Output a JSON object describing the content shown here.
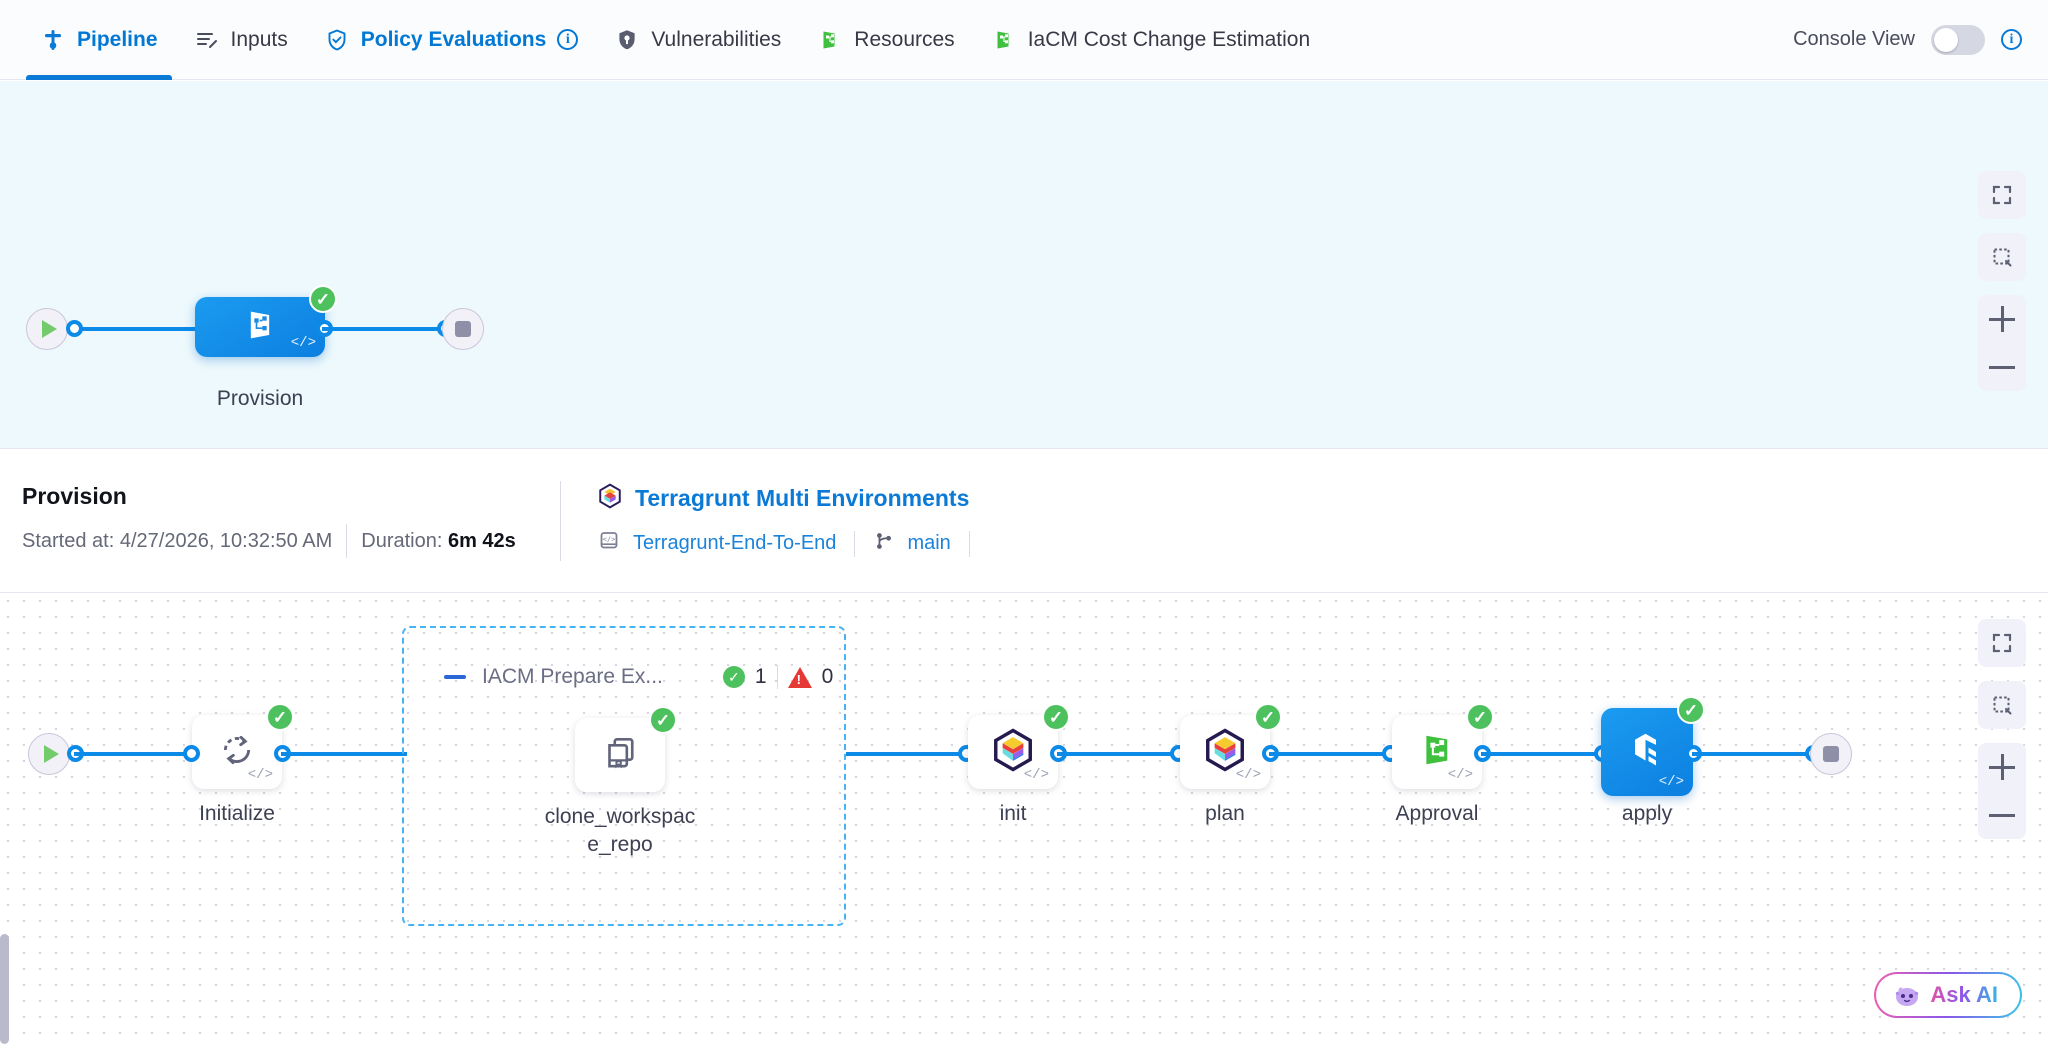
{
  "header": {
    "tabs": [
      {
        "label": "Pipeline",
        "icon": "pipeline-icon",
        "active": true,
        "link": true,
        "info": false
      },
      {
        "label": "Inputs",
        "icon": "inputs-icon",
        "active": false,
        "link": false,
        "info": false
      },
      {
        "label": "Policy Evaluations",
        "icon": "policy-shield-icon",
        "active": false,
        "link": true,
        "info": true
      },
      {
        "label": "Vulnerabilities",
        "icon": "vulnerability-shield-icon",
        "active": false,
        "link": false,
        "info": false
      },
      {
        "label": "Resources",
        "icon": "resources-icon",
        "active": false,
        "link": false,
        "info": false
      },
      {
        "label": "IaCM Cost Change Estimation",
        "icon": "iacm-cost-icon",
        "active": false,
        "link": false,
        "info": false
      }
    ],
    "console_view_label": "Console View",
    "console_view_enabled": false,
    "info_tooltip_icon": "info-icon"
  },
  "stage_graph": {
    "start_icon": "play-icon",
    "end_icon": "stop-icon",
    "nodes": [
      {
        "label": "Provision",
        "status": "success",
        "selected": true,
        "icon": "iacm-stage-icon"
      }
    ]
  },
  "info_bar": {
    "title": "Provision",
    "started_label": "Started at:",
    "started_value": "4/27/2026, 10:32:50 AM",
    "duration_label": "Duration:",
    "duration_value": "6m 42s",
    "project_name": "Terragrunt Multi Environments",
    "project_icon": "terragrunt-hex-icon",
    "repo_name": "Terragrunt-End-To-End",
    "repo_icon": "repository-icon",
    "branch_name": "main",
    "branch_icon": "branch-icon"
  },
  "exec_graph": {
    "start_icon": "play-icon",
    "end_icon": "stop-icon",
    "group": {
      "title": "IACM Prepare Ex...",
      "collapse_icon": "minus-icon",
      "success_count": "1",
      "warning_count": "0",
      "success_icon": "check-circle-icon",
      "warning_icon": "warning-triangle-icon",
      "children": [
        {
          "label": "clone_workspac\ne_repo",
          "status": "success",
          "icon": "repo-copy-icon"
        }
      ]
    },
    "steps": [
      {
        "label": "Initialize",
        "status": "success",
        "selected": false,
        "icon": "refresh-icon"
      },
      {
        "label": "init",
        "status": "success",
        "selected": false,
        "icon": "terragrunt-hex-icon"
      },
      {
        "label": "plan",
        "status": "success",
        "selected": false,
        "icon": "terragrunt-hex-icon"
      },
      {
        "label": "Approval",
        "status": "success",
        "selected": false,
        "icon": "iacm-green-icon"
      },
      {
        "label": "apply",
        "status": "success",
        "selected": true,
        "icon": "terraform-hex-icon"
      }
    ]
  },
  "zoom_controls": {
    "fullscreen_icon": "expand-icon",
    "select_area_icon": "marquee-select-icon",
    "zoom_in_icon": "plus-icon",
    "zoom_out_icon": "minus-icon"
  },
  "ask_ai": {
    "label": "Ask AI",
    "icon": "ai-bot-icon"
  },
  "colors": {
    "accent_blue": "#0b7ad6",
    "success_green": "#4cc15d",
    "danger_red": "#e53935",
    "stage_canvas_bg": "#edf9fd"
  }
}
